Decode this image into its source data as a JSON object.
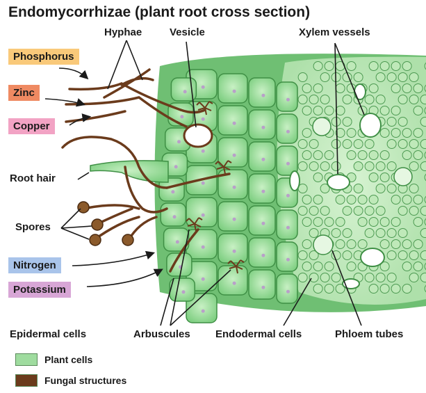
{
  "title": "Endomycorrhizae (plant root cross section)",
  "labels": {
    "hyphae": "Hyphae",
    "vesicle": "Vesicle",
    "xylem_vessels": "Xylem vessels",
    "root_hair": "Root hair",
    "spores": "Spores",
    "epidermal_cells": "Epidermal cells",
    "arbuscules": "Arbuscules",
    "endodermal_cells": "Endodermal cells",
    "phloem_tubes": "Phloem tubes"
  },
  "nutrients": [
    {
      "label": "Phosphorus",
      "color": "#f9c97a"
    },
    {
      "label": "Zinc",
      "color": "#ef8a62"
    },
    {
      "label": "Copper",
      "color": "#f2a3c4"
    },
    {
      "label": "Nitrogen",
      "color": "#a9c4ea"
    },
    {
      "label": "Potassium",
      "color": "#d8a6d6"
    }
  ],
  "legend": [
    {
      "label": "Plant cells",
      "color": "#9fdc9f"
    },
    {
      "label": "Fungal structures",
      "color": "#6b3b1c"
    }
  ],
  "colors": {
    "plant_cell": "#9fdc9f",
    "fungal": "#6b3b1c",
    "stele": "#c9ecc4"
  }
}
